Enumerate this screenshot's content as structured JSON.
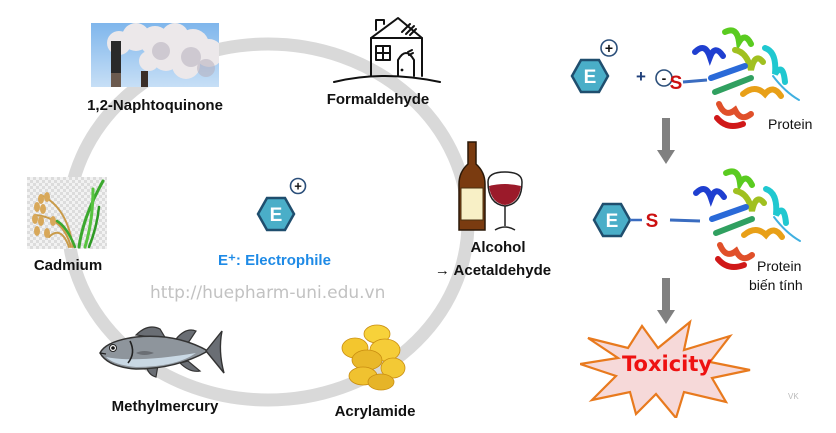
{
  "diagram": {
    "center": {
      "symbol": "E",
      "charge": "+",
      "label": "E⁺: Electrophile"
    },
    "watermark": "http://huepharm-uni.edu.vn",
    "sources": [
      {
        "label": "1,2-Naphtoquinone",
        "icon": "smokestack-pollution"
      },
      {
        "label": "Formaldehyde",
        "icon": "house"
      },
      {
        "label_line1": "Alcohol",
        "label_line2": "→ Acetaldehyde",
        "icon": "wine-bottle-and-glass"
      },
      {
        "label": "Acrylamide",
        "icon": "potato-chips"
      },
      {
        "label": "Methylmercury",
        "icon": "tuna-fish"
      },
      {
        "label": "Cadmium",
        "icon": "rice-plant"
      }
    ],
    "mechanism": {
      "step1": {
        "electrophile": "E",
        "charge_e": "+",
        "plus": "+",
        "thiol_charge": "-",
        "thiol": "S",
        "protein_label": "Protein"
      },
      "step2": {
        "electrophile": "E",
        "thiol": "S",
        "protein_label_line1": "Protein",
        "protein_label_line2": "biến tính"
      },
      "outcome": "Toxicity"
    },
    "author_mark": "VK",
    "colors": {
      "ring": "#d9d9d9",
      "hexagon_fill": "#4aaec8",
      "hexagon_stroke": "#1f4e6e",
      "electrophile_text": "#1e8ae6",
      "sulfur": "#cc1010",
      "arrow": "#808080",
      "burst_fill": "#f6d9d9",
      "burst_stroke": "#e87a1e",
      "toxicity_text": "#ee1111"
    }
  }
}
